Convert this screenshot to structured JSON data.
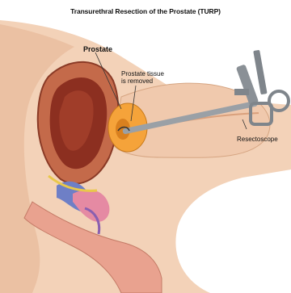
{
  "title": "Transurethral Resection of the Prostate (TURP)",
  "labels": {
    "prostate": "Prostate",
    "tissue_line1": "Prostate tissue",
    "tissue_line2": "is removed",
    "resectoscope": "Resectoscope"
  },
  "colors": {
    "skin": "#f3d2b8",
    "skin_shadow": "#e3b494",
    "bladder": "#b85a3c",
    "bladder_inner": "#8c2f20",
    "prostate": "#f5a33a",
    "instrument": "#9aa0a6",
    "vessel_blue": "#6e7fc6",
    "vessel_pink": "#e58aa3",
    "nerve_yellow": "#e9c84a"
  }
}
